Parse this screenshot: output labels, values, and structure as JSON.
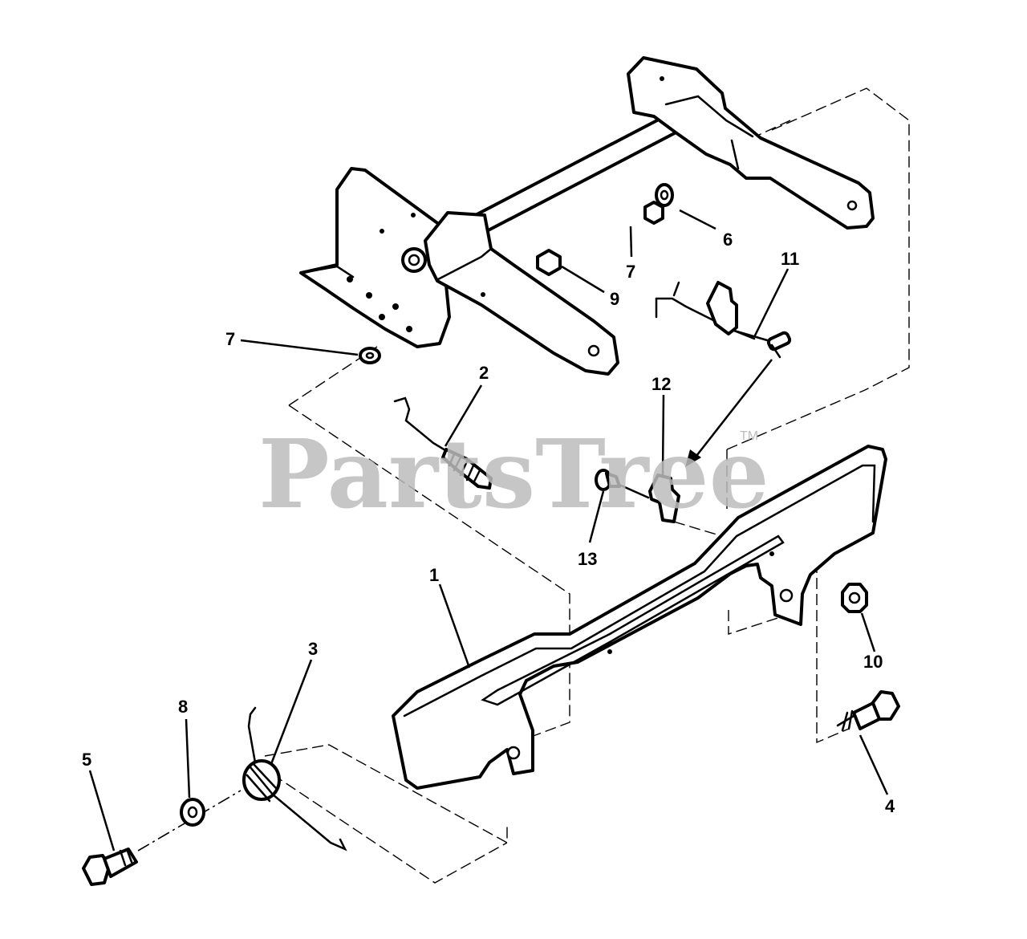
{
  "watermark": {
    "text": "PartsTree",
    "trademark": "TM"
  },
  "callouts": {
    "c1": "1",
    "c2": "2",
    "c3": "3",
    "c4": "4",
    "c5": "5",
    "c6": "6",
    "c7a": "7",
    "c7b": "7",
    "c8": "8",
    "c9": "9",
    "c10": "10",
    "c11": "11",
    "c12": "12",
    "c13": "13"
  }
}
